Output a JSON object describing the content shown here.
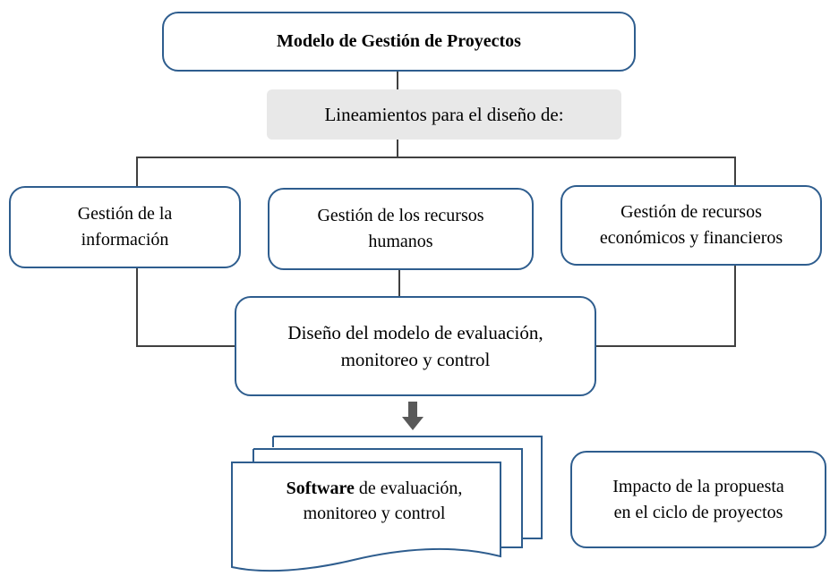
{
  "title": "Modelo de Gestión de Proyectos",
  "lineamientos": "Lineamientos para el diseño de:",
  "areas": [
    {
      "line1": "Gestión de la",
      "line2": "información"
    },
    {
      "line1": "Gestión de los recursos",
      "line2": "humanos"
    },
    {
      "line1": "Gestión de recursos",
      "line2": "económicos y financieros"
    }
  ],
  "diseno": {
    "line1": "Diseño del modelo de evaluación,",
    "line2": "monitoreo y control"
  },
  "software": {
    "bold": "Software",
    "rest": " de evaluación,",
    "line2": "monitoreo y control"
  },
  "impacto": {
    "line1": "Impacto de la propuesta",
    "line2": "en el ciclo de proyectos"
  },
  "colors": {
    "border": "#2e5d8e",
    "connector": "#404040",
    "shade": "#e8e8e8",
    "arrow": "#595959"
  }
}
